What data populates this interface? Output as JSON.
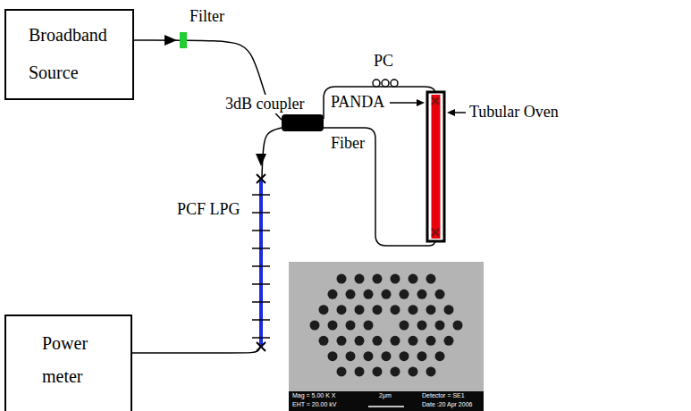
{
  "diagram": {
    "nodes": [
      {
        "text": [
          "Broadband Source"
        ]
      },
      {
        "text": [
          "3dB coupler"
        ]
      },
      {
        "text": [
          "Power meter"
        ]
      }
    ],
    "edges": [
      {
        "from": 0,
        "to": 1,
        "arrow": "to"
      },
      {
        "from": 1,
        "to": 2,
        "arrow": "to"
      }
    ],
    "labels": [
      "Filter",
      "PC",
      "PANDA",
      "Fiber",
      "Tubular Oven",
      "PCF LPG",
      "Mag = 5.00 K X",
      "EHT = 20.00 kV",
      "2μm",
      "Detector = SE1",
      "Date :20 Apr 2006"
    ]
  }
}
